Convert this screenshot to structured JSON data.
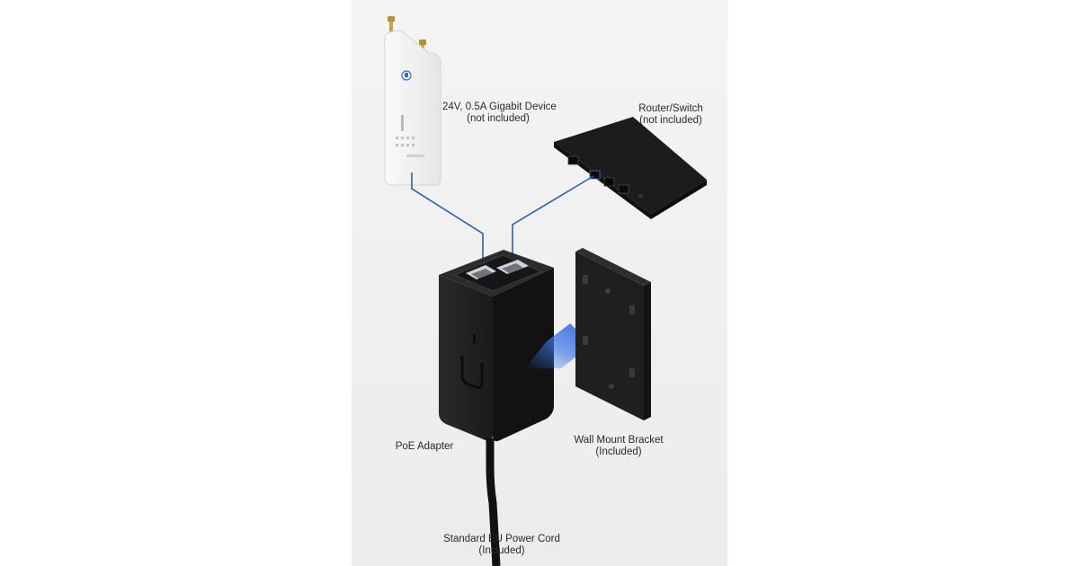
{
  "labels": {
    "device": {
      "line1": "24V, 0.5A Gigabit Device",
      "line2": "(not included)"
    },
    "router": {
      "line1": "Router/Switch",
      "line2": "(not included)"
    },
    "poe": {
      "line1": "PoE Adapter"
    },
    "bracket": {
      "line1": "Wall Mount Bracket",
      "line2": "(Included)"
    },
    "cord": {
      "line1": "Standard EU Power Cord",
      "line2": "(Included)"
    }
  },
  "icons": {
    "device": "ubiquiti-radio-icon",
    "router": "router-switch-icon",
    "poe": "poe-adapter-icon",
    "bracket": "wall-mount-bracket-icon",
    "arrow": "mount-arrow-icon"
  },
  "colors": {
    "cable": "#2f5fa8",
    "arrow": "#2f6fe0",
    "hardware": "#1e1e1e"
  }
}
